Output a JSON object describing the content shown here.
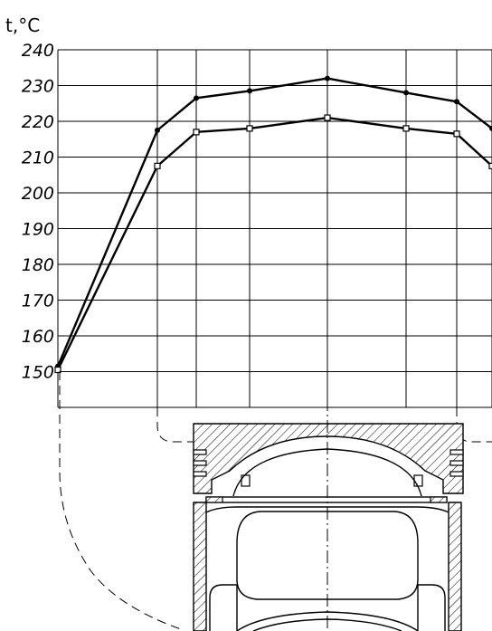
{
  "chart_data": {
    "type": "line",
    "ylabel": "t,°C",
    "yticks": [
      240,
      230,
      220,
      210,
      200,
      190,
      180,
      170,
      160,
      150
    ],
    "ylim": [
      140,
      240
    ],
    "xlim": [
      0,
      480
    ],
    "grid": true,
    "series": [
      {
        "marker": "filled-circle",
        "x": [
          0,
          110,
          153,
          212,
          298,
          385,
          441,
          480
        ],
        "y": [
          151.5,
          217.5,
          226.5,
          228.5,
          232,
          228,
          225.5,
          218
        ]
      },
      {
        "marker": "hollow-square",
        "x": [
          0,
          110,
          153,
          212,
          298,
          385,
          441,
          480
        ],
        "y": [
          150.5,
          207.5,
          217,
          218,
          221,
          218,
          216.5,
          207.5
        ]
      }
    ]
  }
}
